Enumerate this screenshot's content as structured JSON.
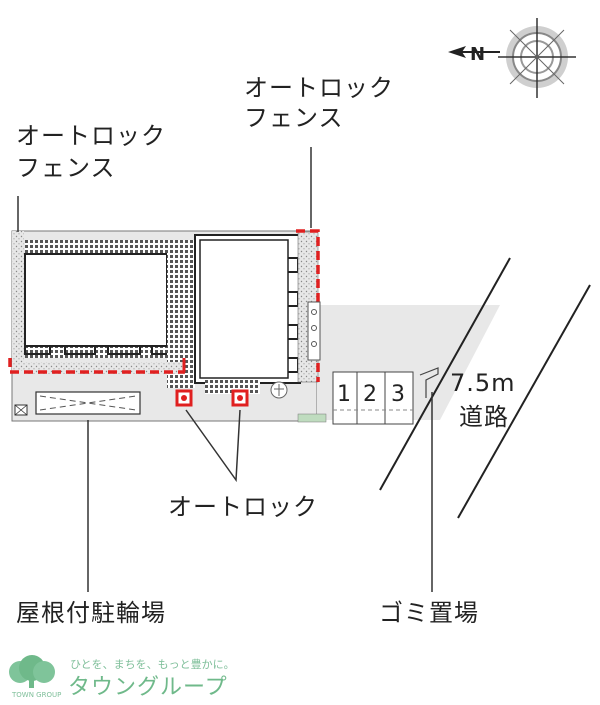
{
  "compass": {
    "north_label": "N"
  },
  "labels": {
    "autolock_fence_top": [
      "オートロック",
      "フェンス"
    ],
    "autolock_fence_left": [
      "オートロック",
      "フェンス"
    ],
    "autolock": "オートロック",
    "covered_bike_parking": "屋根付駐輪場",
    "garbage_area": "ゴミ置場",
    "road_width": "7.5m",
    "road": "道路"
  },
  "parking_slots": [
    "1",
    "2",
    "3"
  ],
  "footer": {
    "tagline": "ひとを、まちを、もっと豊かに。",
    "brand": "タウングループ",
    "logo_text": "TOWN GROUP"
  },
  "colors": {
    "fence_red": "#e02020",
    "brand_green": "#6fb98a",
    "ground": "#e9e9e9"
  }
}
